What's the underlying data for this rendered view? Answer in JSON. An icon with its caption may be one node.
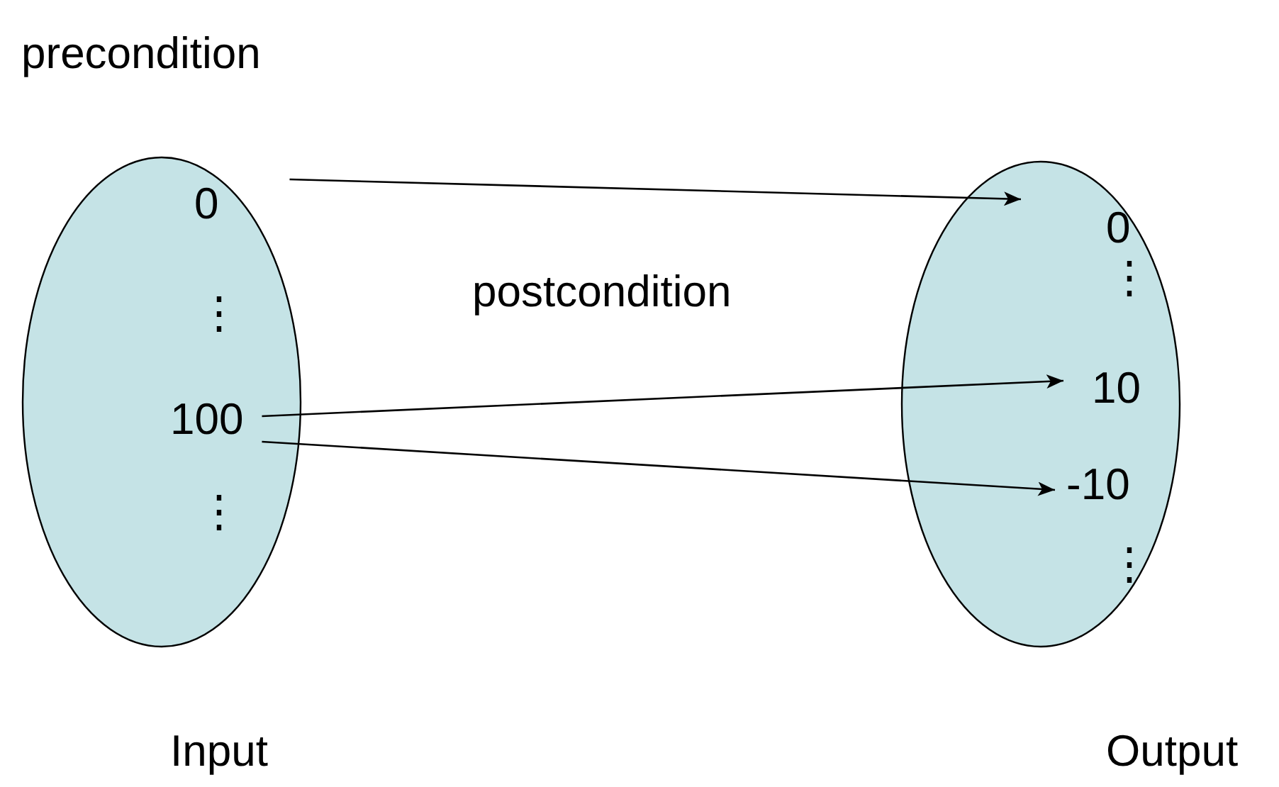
{
  "diagram": {
    "nodes": [
      {
        "text": [
          "Input"
        ]
      },
      {
        "text": [
          "0"
        ],
        "in": 0
      },
      {
        "text": [
          "100"
        ],
        "in": 0
      },
      {
        "text": [
          "Output"
        ]
      },
      {
        "text": [
          "0"
        ],
        "in": 3
      },
      {
        "text": [
          "10"
        ],
        "in": 3
      },
      {
        "text": [
          "-10"
        ],
        "in": 3
      }
    ],
    "edges": [
      {
        "from": 1,
        "to": 4,
        "arrow": "to"
      },
      {
        "from": 2,
        "to": 5,
        "arrow": "to"
      },
      {
        "from": 2,
        "to": 6,
        "arrow": "to"
      }
    ],
    "labels": [
      "precondition",
      "postcondition",
      "⋮",
      "⋮",
      "⋮",
      "⋮"
    ]
  }
}
